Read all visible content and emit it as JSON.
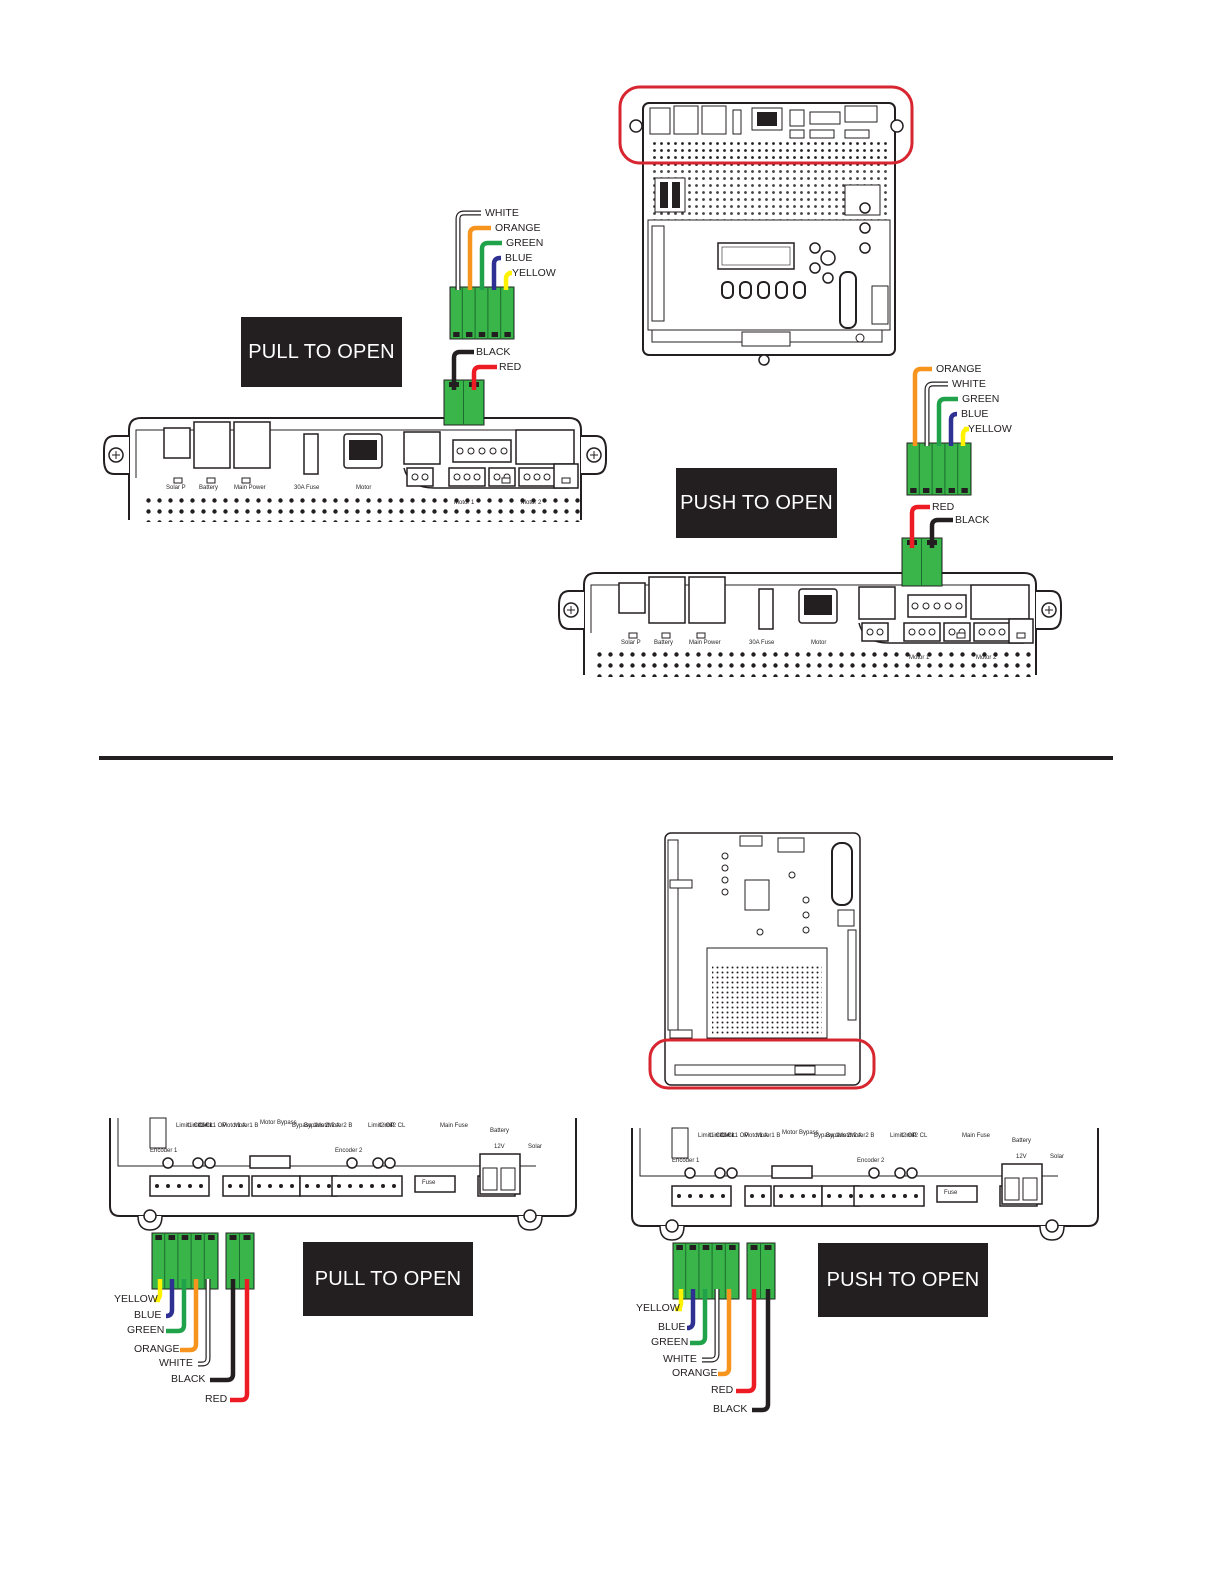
{
  "colors": {
    "white": "#ffffff",
    "orange": "#f7941d",
    "green": "#1fa24a",
    "blue": "#2e3192",
    "yellow": "#fff200",
    "black": "#231f20",
    "red": "#ed1c24",
    "connector": "#3ab54a",
    "highlight": "#d7262f"
  },
  "top_section": {
    "pull": {
      "badge": "PULL TO OPEN",
      "upper_wires": [
        "WHITE",
        "ORANGE",
        "GREEN",
        "BLUE",
        "YELLOW"
      ],
      "lower_wires": [
        "BLACK",
        "RED"
      ],
      "board_labels": [
        "Solar P",
        "Battery",
        "Main Power",
        "30A Fuse",
        "Motor",
        "Motor 1",
        "Motor 2"
      ]
    },
    "push": {
      "badge": "PUSH TO OPEN",
      "upper_wires": [
        "ORANGE",
        "WHITE",
        "GREEN",
        "BLUE",
        "YELLOW"
      ],
      "lower_wires": [
        "RED",
        "BLACK"
      ],
      "board_labels": [
        "Solar P",
        "Battery",
        "Main Power",
        "30A Fuse",
        "Motor",
        "Motor 1",
        "Motor 2"
      ]
    }
  },
  "bottom_section": {
    "pull": {
      "badge": "PULL TO OPEN",
      "wires": [
        "YELLOW",
        "BLUE",
        "GREEN",
        "ORANGE",
        "WHITE",
        "BLACK",
        "RED"
      ],
      "board_labels": [
        "Encoder 1",
        "Limit1 COM",
        "Limit1 CL",
        "Limit1 OP",
        "Motor1 A",
        "Motor1 B",
        "Motor Bypass",
        "Bypass 1",
        "Bypass 2",
        "Motor2 A",
        "Motor2 B",
        "Encoder 2",
        "Limit2 OP",
        "Limit2 CL",
        "Main Fuse",
        "Fuse",
        "Battery",
        "12V",
        "Solar"
      ]
    },
    "push": {
      "badge": "PUSH TO OPEN",
      "wires": [
        "YELLOW",
        "BLUE",
        "GREEN",
        "WHITE",
        "ORANGE",
        "RED",
        "BLACK"
      ],
      "board_labels": [
        "Encoder 1",
        "Limit1 COM",
        "Limit1 CL",
        "Limit1 OP",
        "Motor1 A",
        "Motor1 B",
        "Motor Bypass",
        "Bypass 1",
        "Bypass 2",
        "Motor2 A",
        "Motor2 B",
        "Encoder 2",
        "Limit2 OP",
        "Limit2 CL",
        "Main Fuse",
        "Fuse",
        "Battery",
        "12V",
        "Solar"
      ]
    }
  }
}
